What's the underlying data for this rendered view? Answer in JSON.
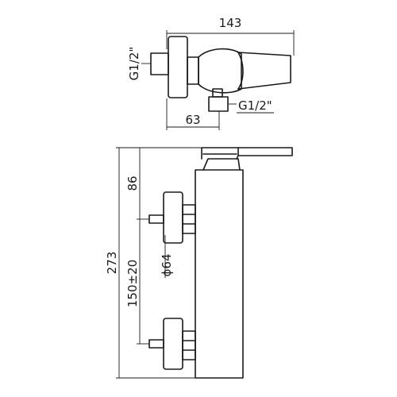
{
  "top_view": {
    "overall_length": "143",
    "inlet_thread_left": "G1/2\"",
    "inlet_thread_bottom": "G1/2\"",
    "offset": "63"
  },
  "front_view": {
    "top_offset": "86",
    "overall_height": "273",
    "centre_distance": "150±20",
    "escutcheon_diameter": "ϕ64"
  }
}
